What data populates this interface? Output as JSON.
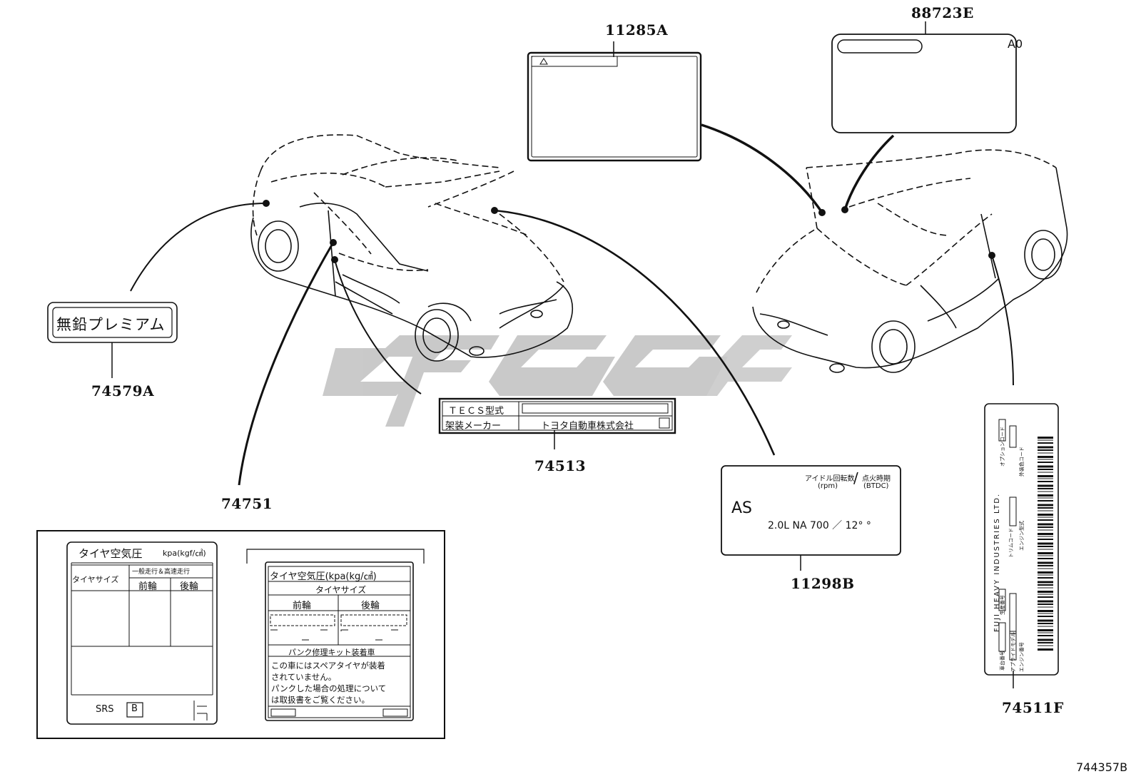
{
  "parts": {
    "p11285A": "11285A",
    "p88723E": "88723E",
    "p74579A": "74579A",
    "p74751": "74751",
    "p74513": "74513",
    "p11298B": "11298B",
    "p74511F": "74511F"
  },
  "figure_id": "744357B",
  "watermark": "cfgc",
  "label_88723E": {
    "code": "A0"
  },
  "label_74579A": {
    "text": "無鉛プレミアム"
  },
  "label_74513": {
    "row1": "ＴＥＣＳ型式",
    "row2": "架装メーカー",
    "maker": "トヨタ自動車株式会社"
  },
  "label_11298B": {
    "head1": "アイドル回転数",
    "head1b": "(rpm)",
    "head2": "点火時期",
    "head2b": "(BTDC)",
    "code": "AS",
    "spec": "2.0L NA  700 ／ 12° °"
  },
  "label_74751_left": {
    "title": "タイヤ空気圧",
    "unit": "kpa(kgf/㎠)",
    "col_size": "タイヤサイズ",
    "col_cond": "一般走行＆高速走行",
    "front": "前輪",
    "rear": "後輪",
    "srs": "SRS",
    "srs_box": "B"
  },
  "label_74751_right": {
    "title": "タイヤ空気圧(kpa(kg/㎠)",
    "size": "タイヤサイズ",
    "front": "前輪",
    "rear": "後輪",
    "kit": "パンク修理キット装着車",
    "note1": "この車にはスペアタイヤが装着",
    "note2": "されていません。",
    "note3": "パンクした場合の処理について",
    "note4": "は取扱書をご覧ください。"
  },
  "label_74511F": {
    "company": "FUJI HEAVY INDUSTRIES LTD.",
    "v1": "オプションコード",
    "v2": "外装色コード",
    "v3": "トリムコード",
    "v4": "エンジン型式",
    "v5": "生産番号",
    "v6": "アプライドモデル",
    "v7": "エンジン番号",
    "v8": "車台番号"
  }
}
